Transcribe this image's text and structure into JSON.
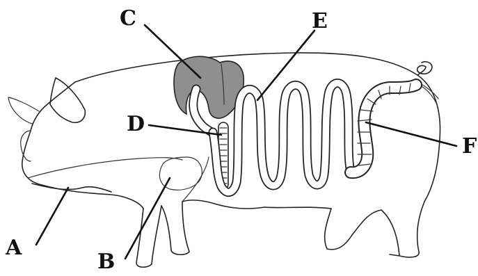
{
  "diagram": {
    "labels": {
      "a": "A",
      "b": "B",
      "c": "C",
      "d": "D",
      "e": "E",
      "f": "F"
    },
    "colors": {
      "line": "#222222",
      "stomach_fill": "#8f8f8f",
      "background": "#ffffff"
    }
  }
}
